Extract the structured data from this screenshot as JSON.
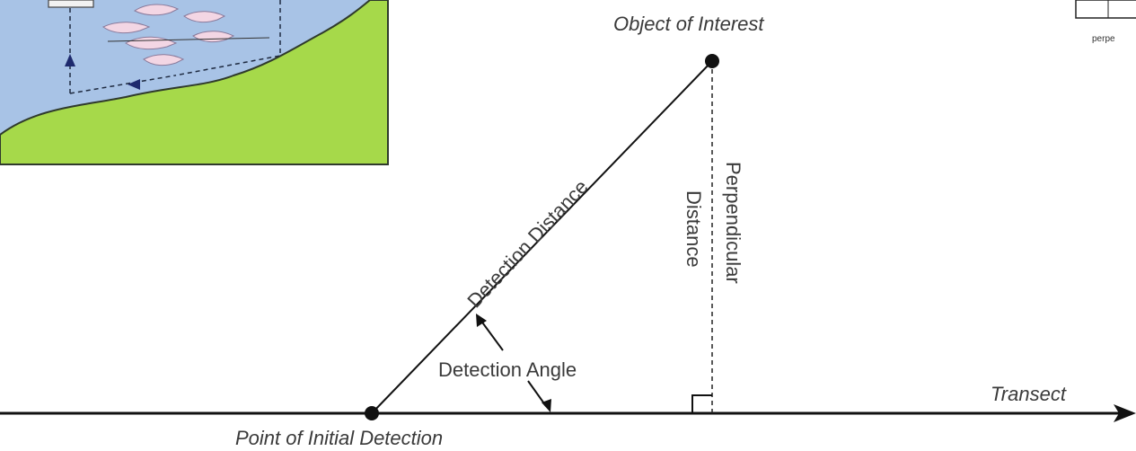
{
  "diagram": {
    "labels": {
      "object": "Object of Interest",
      "detection_distance": "Detection Distance",
      "perpendicular": "Perpendicular",
      "distance": "Distance",
      "detection_angle": "Detection Angle",
      "transect": "Transect",
      "point_initial": "Point of Initial Detection",
      "corner_fragment": "perpe"
    },
    "icons": {
      "inset": "survey-map-inset-icon",
      "dolphin": "dolphin-icon"
    },
    "colors": {
      "water": "#a8c3e6",
      "land": "#a6d94a",
      "line": "#111111",
      "text": "#3a3a3a"
    }
  }
}
